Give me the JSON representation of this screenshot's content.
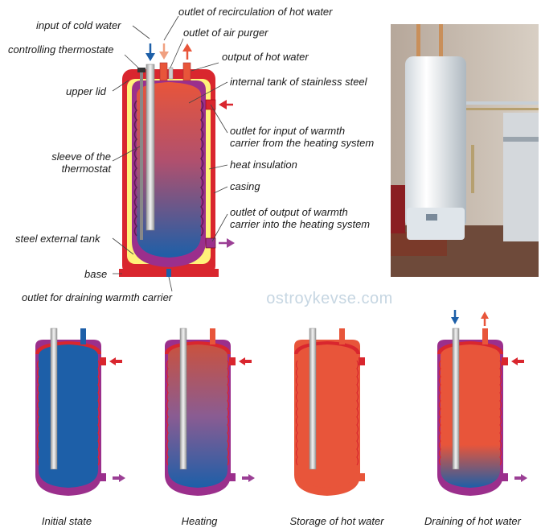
{
  "labels": {
    "cold_water": "input of cold water",
    "recirculation": "outlet of recirculation of hot water",
    "air_purger": "outlet of air purger",
    "thermostate": "controlling thermostate",
    "hot_output": "output of hot water",
    "upper_lid": "upper lid",
    "internal_tank": "internal tank of stainless steel",
    "warmth_input_1": "outlet for input of warmth",
    "warmth_input_2": "carrier from the heating system",
    "sleeve_1": "sleeve of the",
    "sleeve_2": "thermostat",
    "insulation": "heat insulation",
    "casing": "casing",
    "warmth_output_1": "outlet of output of warmth",
    "warmth_output_2": "carrier into the heating system",
    "steel_tank": "steel external tank",
    "base": "base",
    "draining": "outlet for draining warmth carrier"
  },
  "watermark": "ostroykevse.com",
  "captions": {
    "initial": "Initial state",
    "heating": "Heating",
    "storage": "Storage of hot water",
    "draining_hot": "Draining of hot water"
  },
  "colors": {
    "cold_blue": "#1d5fa8",
    "hot_red": "#e8553a",
    "casing_red": "#d9262e",
    "insulation_yellow": "#fff27a",
    "carrier_purple": "#9b2f8c",
    "inlet_red_arrow": "#d9262e",
    "outlet_purple_arrow": "#9b3f95"
  }
}
